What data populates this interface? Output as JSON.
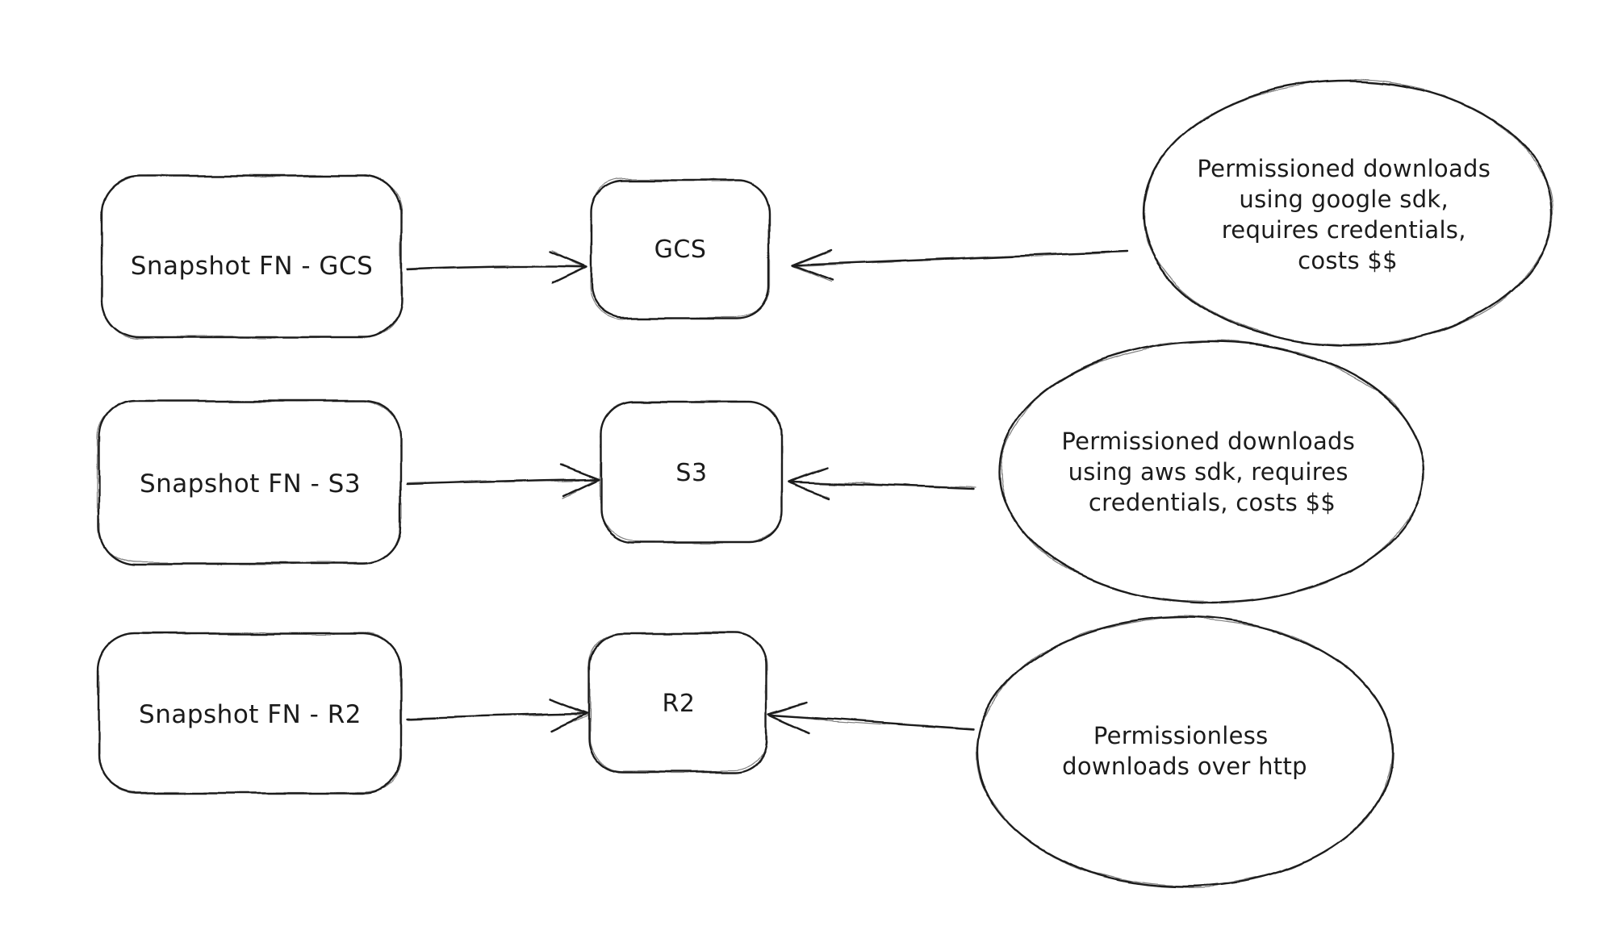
{
  "diagram": {
    "background": "#ffffff",
    "stroke_color": "#1e1e1e",
    "text_color": "#1b1b1b",
    "rows": [
      {
        "source_label": "Snapshot FN - GCS",
        "target_label": "GCS",
        "note_lines": [
          "Permissioned downloads",
          "using google sdk,",
          "requires credentials,",
          "costs $$"
        ]
      },
      {
        "source_label": "Snapshot FN - S3",
        "target_label": "S3",
        "note_lines": [
          "Permissioned downloads",
          "using aws sdk, requires",
          "credentials, costs $$"
        ]
      },
      {
        "source_label": "Snapshot FN - R2",
        "target_label": "R2",
        "note_lines": [
          "Permissionless",
          "downloads over http"
        ]
      }
    ]
  }
}
